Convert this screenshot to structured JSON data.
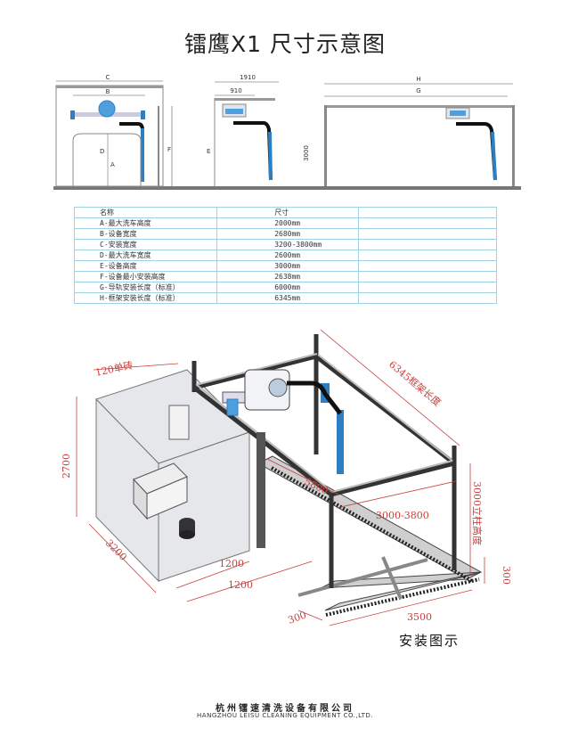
{
  "title": "镭鹰X1 尺寸示意图",
  "diagram_labels": {
    "front": {
      "c": "C",
      "b": "B",
      "d": "D",
      "a": "A",
      "f": "F"
    },
    "side": {
      "w1910": "1910",
      "w910": "910",
      "e": "E"
    },
    "long": {
      "h": "H",
      "g": "G",
      "h3000": "3000"
    }
  },
  "table": {
    "headers": [
      "名称",
      "尺寸",
      ""
    ],
    "rows": [
      [
        "A-最大洗车高度",
        "2000mm",
        ""
      ],
      [
        "B-设备宽度",
        "2680mm",
        ""
      ],
      [
        "C-安装宽度",
        "3200-3800mm",
        ""
      ],
      [
        "D-最大洗车宽度",
        "2600mm",
        ""
      ],
      [
        "E-设备高度",
        "3000mm",
        ""
      ],
      [
        "F-设备最小安装高度",
        "2638mm",
        ""
      ],
      [
        "G-导轨安装长度（标准）",
        "6000mm",
        ""
      ],
      [
        "H-框架安装长度（标准）",
        "6345mm",
        ""
      ]
    ]
  },
  "iso_labels": {
    "brick": "120单砖",
    "frame_length": "6345框架长度",
    "h2700": "2700",
    "w3200": "3200",
    "d1200a": "1200",
    "d1200b": "1200",
    "d5800": "5800",
    "w3000_3800": "3000-3800",
    "pillar": "3000立柱高度",
    "r300a": "300",
    "r300b": "300",
    "d3500": "3500"
  },
  "caption": "安装图示",
  "company": {
    "cn": "杭州镭速清洗设备有限公司",
    "en": "HANGZHOU LEISU CLEANING EQUIPMENT CO.,LTD."
  },
  "colors": {
    "accent_blue": "#2e7fc2",
    "table_border": "#9ed3e6",
    "dim_red": "#c84040"
  }
}
